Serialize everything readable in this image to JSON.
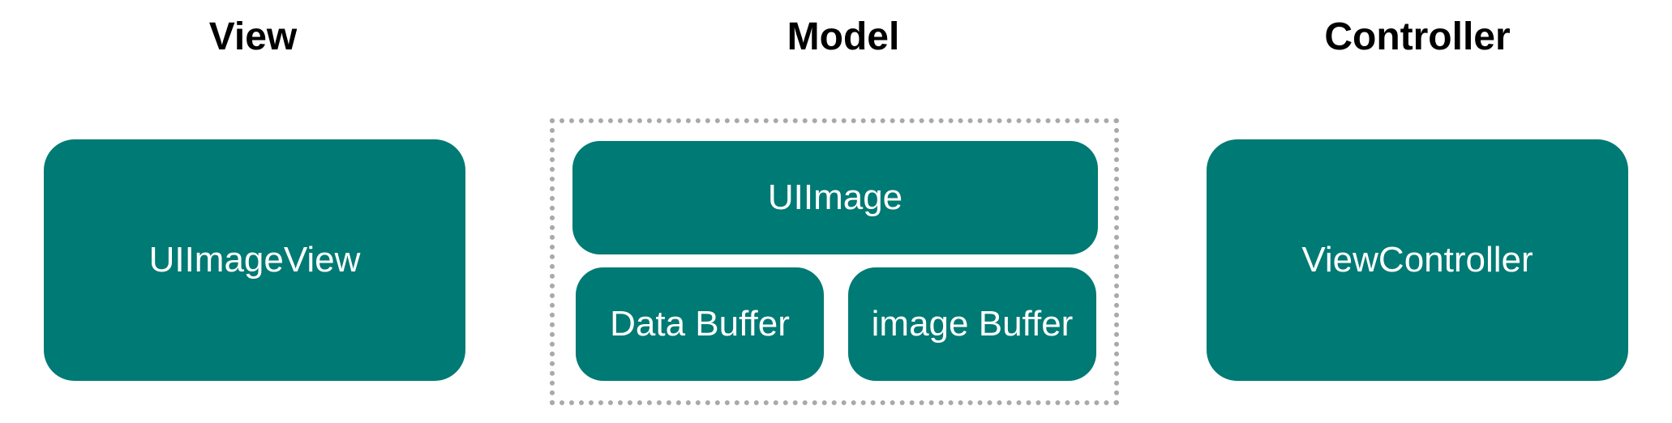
{
  "columns": {
    "view": {
      "title": "View",
      "box_label": "UIImageView"
    },
    "model": {
      "title": "Model",
      "top_box_label": "UIImage",
      "left_box_label": "Data Buffer",
      "right_box_label": "image Buffer"
    },
    "controller": {
      "title": "Controller",
      "box_label": "ViewController"
    }
  },
  "colors": {
    "box_fill": "#007a74",
    "box_text": "#ffffff",
    "group_border": "#a9a9a9",
    "title_text": "#000000"
  }
}
